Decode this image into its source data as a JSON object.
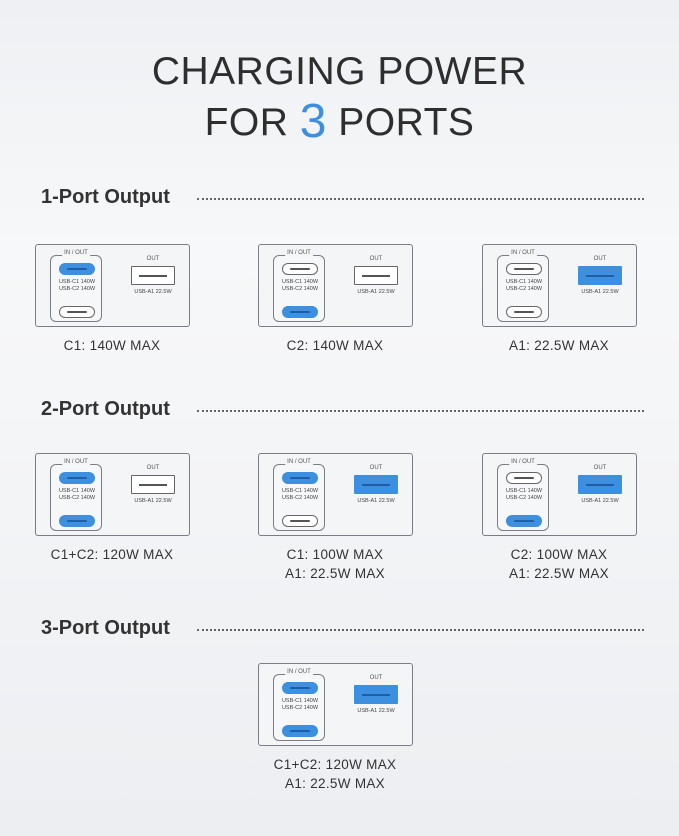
{
  "title": {
    "line1": "CHARGING POWER",
    "line2_prefix": "FOR",
    "line2_number": "3",
    "line2_suffix": "PORTS"
  },
  "port_labels": {
    "inout": "IN / OUT",
    "c1_spec": "USB-C1 140W",
    "c2_spec": "USB-C2 140W",
    "out": "OUT",
    "a1_spec": "USB-A1 22.5W"
  },
  "colors": {
    "active": "#3d8fe0",
    "inactive": "#ffffff"
  },
  "sections": [
    {
      "heading": "1-Port Output",
      "cards": [
        {
          "c1": true,
          "c2": false,
          "a1": false,
          "caption": [
            "C1: 140W MAX"
          ]
        },
        {
          "c1": false,
          "c2": true,
          "a1": false,
          "caption": [
            "C2: 140W MAX"
          ]
        },
        {
          "c1": false,
          "c2": false,
          "a1": true,
          "caption": [
            "A1: 22.5W MAX"
          ]
        }
      ]
    },
    {
      "heading": "2-Port Output",
      "cards": [
        {
          "c1": true,
          "c2": true,
          "a1": false,
          "caption": [
            "C1+C2: 120W MAX"
          ]
        },
        {
          "c1": true,
          "c2": false,
          "a1": true,
          "caption": [
            "C1: 100W MAX",
            "A1: 22.5W MAX"
          ]
        },
        {
          "c1": false,
          "c2": true,
          "a1": true,
          "caption": [
            "C2: 100W MAX",
            "A1: 22.5W MAX"
          ]
        }
      ]
    },
    {
      "heading": "3-Port Output",
      "cards": [
        {
          "c1": true,
          "c2": true,
          "a1": true,
          "caption": [
            "C1+C2: 120W MAX",
            "A1: 22.5W MAX"
          ]
        }
      ]
    }
  ]
}
